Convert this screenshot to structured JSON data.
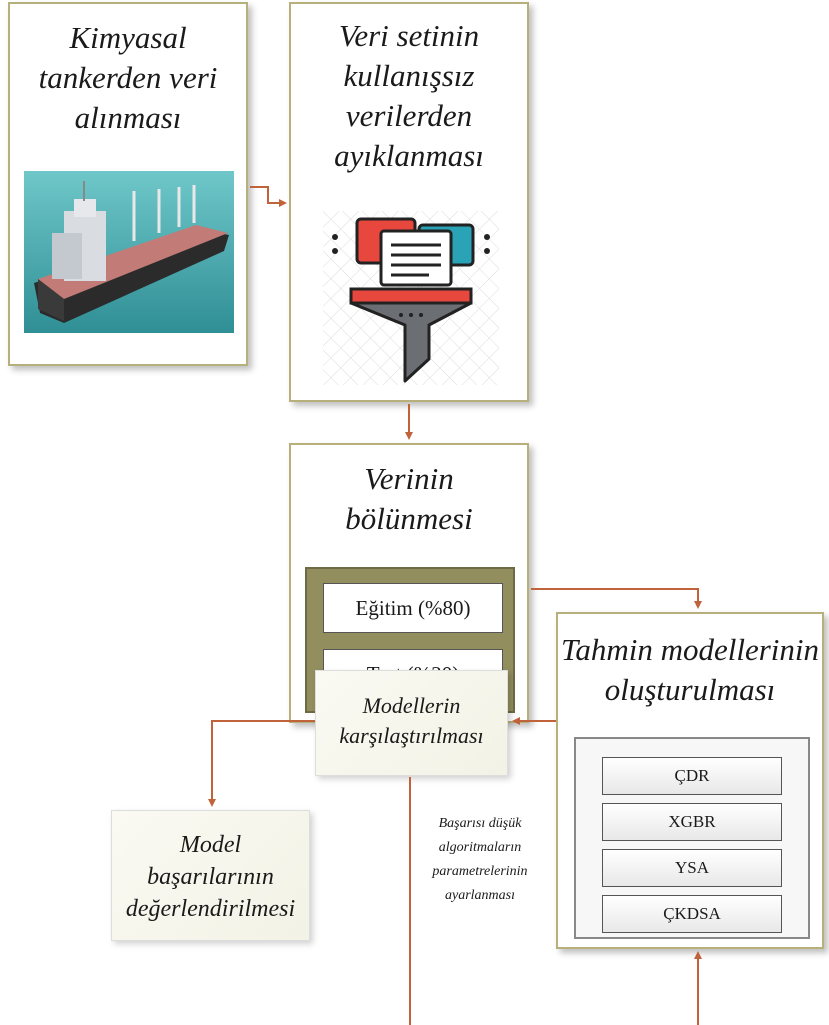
{
  "steps": {
    "data_acquisition": {
      "lines": [
        "Kimyasal",
        "tankerden veri",
        "alınması"
      ]
    },
    "data_cleaning": {
      "lines": [
        "Veri setinin",
        "kullanışsız",
        "verilerden",
        "ayıklanması"
      ]
    },
    "data_split": {
      "lines": [
        "Verinin",
        "bölünmesi"
      ],
      "train_label": "Eğitim (%80)",
      "test_label": "Test (%20)"
    },
    "model_building": {
      "lines": [
        "Tahmin modellerinin",
        "oluşturulması"
      ],
      "models": [
        "ÇDR",
        "XGBR",
        "YSA",
        "ÇKDSA"
      ]
    },
    "model_comparison": {
      "lines": [
        "Modellerin",
        "karşılaştırılması"
      ]
    },
    "model_evaluation": {
      "lines": [
        "Model",
        "başarılarının",
        "değerlendirilmesi"
      ]
    },
    "tuning_note": {
      "lines": [
        "Başarısı düşük",
        "algoritmaların",
        "parametrelerinin",
        "ayarlanması"
      ]
    }
  },
  "colors": {
    "arrow": "#c0623a",
    "frame": "#b8b07a",
    "olive": "#938e5e"
  },
  "icons": {
    "ship": "tanker-ship-image",
    "filter": "data-filter-funnel-icon"
  }
}
